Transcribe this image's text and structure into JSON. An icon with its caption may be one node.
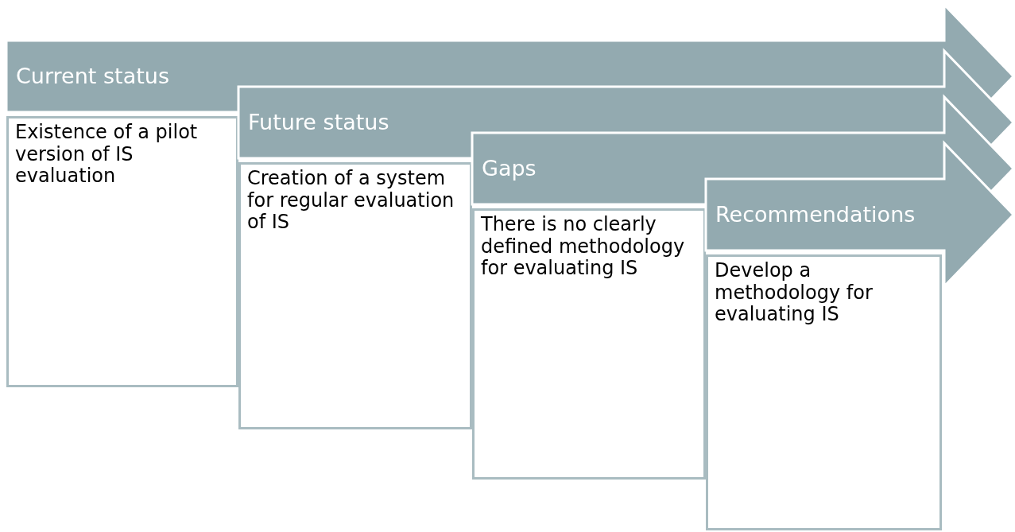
{
  "diagram": {
    "nodes": [
      {
        "text": [
          "Current status"
        ]
      },
      {
        "text": [
          "Existence of a pilot version of IS evaluation"
        ]
      },
      {
        "text": [
          "Future status"
        ]
      },
      {
        "text": [
          "Creation of a system for regular evaluation of IS"
        ]
      },
      {
        "text": [
          "Gaps"
        ]
      },
      {
        "text": [
          "There is no clearly defined methodology for evaluating IS"
        ]
      },
      {
        "text": [
          "Recommendations"
        ]
      },
      {
        "text": [
          "Develop a methodology for evaluating IS"
        ]
      }
    ]
  }
}
